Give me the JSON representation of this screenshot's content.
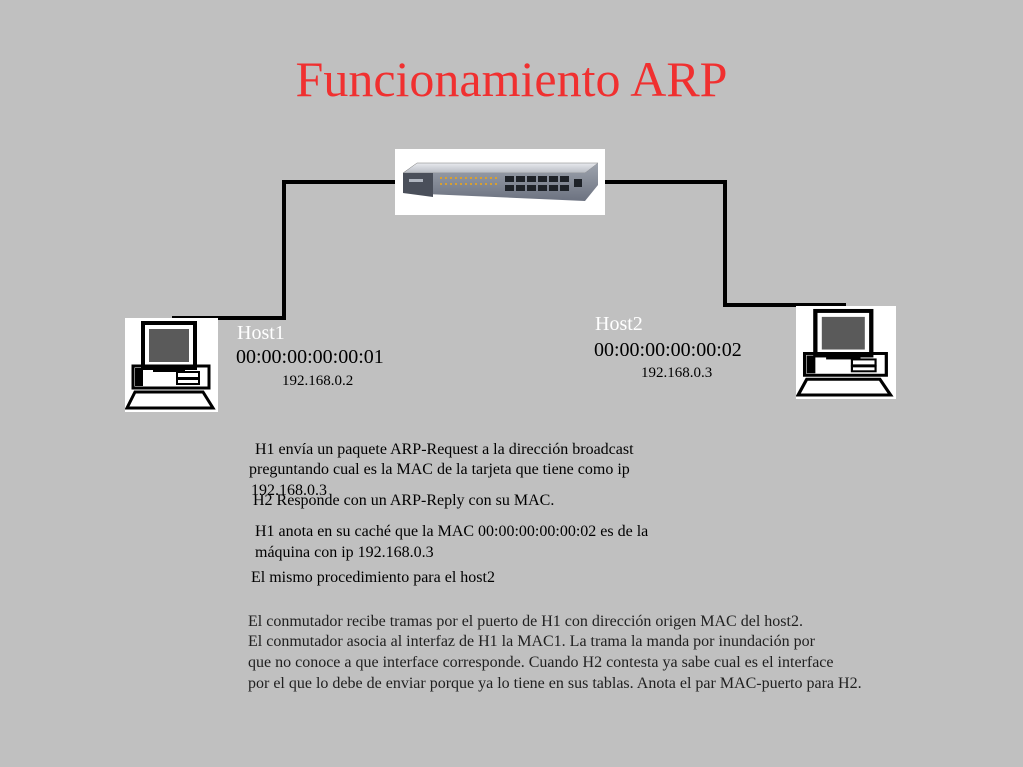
{
  "title": "Funcionamiento ARP",
  "host1": {
    "name": "Host1",
    "mac": "00:00:00:00:00:01",
    "ip": "192.168.0.2"
  },
  "host2": {
    "name": "Host2",
    "mac": "00:00:00:00:00:02",
    "ip": "192.168.0.3"
  },
  "steps": {
    "request_1": "H1 envía un paquete ARP-Request a la dirección broadcast",
    "request_2": "preguntando cual es la MAC  de la tarjeta que  tiene como ip",
    "request_3": "192.168.0.3",
    "reply": "H2 Responde con un ARP-Reply con su MAC.",
    "cache_1": "H1 anota en su caché que la MAC 00:00:00:00:00:02 es de la",
    "cache_2": "máquina con ip 192.168.0.3",
    "same": "El mismo procedimiento para el host2"
  },
  "switch_notes": [
    "El conmutador recibe tramas por  el puerto de H1 con dirección origen MAC del host2.",
    "El conmutador asocia al interfaz de H1 la MAC1. La trama la manda por inundación por",
    "que no conoce a que interface corresponde. Cuando H2 contesta ya sabe cual es el interface",
    "por el que lo debe de enviar porque ya lo tiene en sus tablas. Anota el par MAC-puerto para H2."
  ],
  "icons": {
    "switch": "network-switch-icon",
    "pc": "desktop-computer-icon"
  },
  "colors": {
    "background": "#c0c0c0",
    "title": "#f03030",
    "host_name": "#ffffff"
  }
}
